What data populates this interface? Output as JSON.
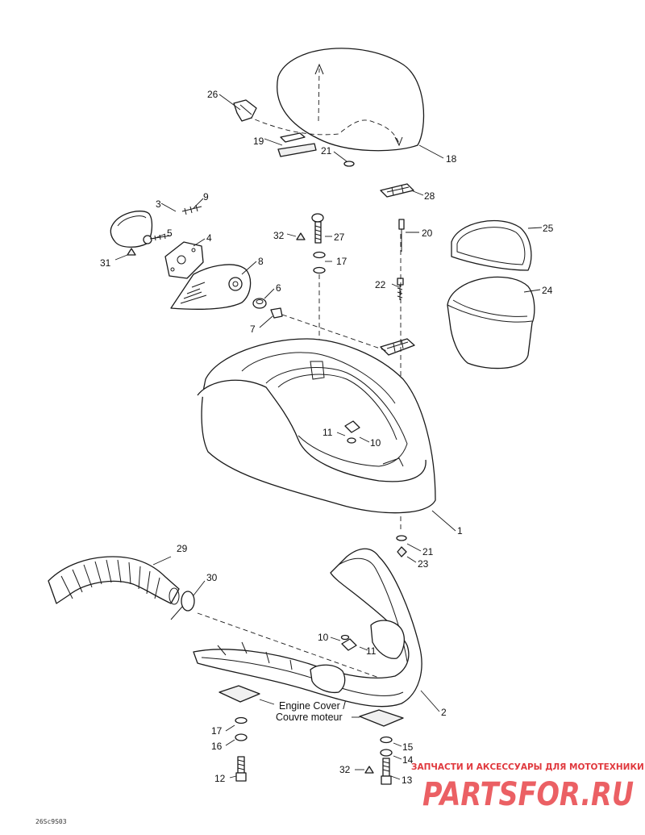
{
  "callouts": [
    {
      "id": "c1",
      "num": "1"
    },
    {
      "id": "c2",
      "num": "2"
    },
    {
      "id": "c3",
      "num": "3"
    },
    {
      "id": "c4",
      "num": "4"
    },
    {
      "id": "c5",
      "num": "5"
    },
    {
      "id": "c6",
      "num": "6"
    },
    {
      "id": "c7",
      "num": "7"
    },
    {
      "id": "c8",
      "num": "8"
    },
    {
      "id": "c9",
      "num": "9"
    },
    {
      "id": "c10a",
      "num": "10"
    },
    {
      "id": "c10b",
      "num": "10"
    },
    {
      "id": "c11a",
      "num": "11"
    },
    {
      "id": "c11b",
      "num": "11"
    },
    {
      "id": "c12",
      "num": "12"
    },
    {
      "id": "c13",
      "num": "13"
    },
    {
      "id": "c14",
      "num": "14"
    },
    {
      "id": "c15",
      "num": "15"
    },
    {
      "id": "c16",
      "num": "16"
    },
    {
      "id": "c17a",
      "num": "17"
    },
    {
      "id": "c17b",
      "num": "17"
    },
    {
      "id": "c18",
      "num": "18"
    },
    {
      "id": "c19",
      "num": "19"
    },
    {
      "id": "c20",
      "num": "20"
    },
    {
      "id": "c21a",
      "num": "21"
    },
    {
      "id": "c21b",
      "num": "21"
    },
    {
      "id": "c22",
      "num": "22"
    },
    {
      "id": "c23",
      "num": "23"
    },
    {
      "id": "c24",
      "num": "24"
    },
    {
      "id": "c25",
      "num": "25"
    },
    {
      "id": "c26",
      "num": "26"
    },
    {
      "id": "c27",
      "num": "27"
    },
    {
      "id": "c28",
      "num": "28"
    },
    {
      "id": "c29",
      "num": "29"
    },
    {
      "id": "c30",
      "num": "30"
    },
    {
      "id": "c31",
      "num": "31"
    },
    {
      "id": "c32a",
      "num": "32"
    },
    {
      "id": "c32b",
      "num": "32"
    }
  ],
  "engine_cover_note": {
    "line1": "Engine Cover /",
    "line2": "Couvre moteur"
  },
  "drawing_code": "26Sc9S03",
  "watermark": {
    "tagline": "ЗАПЧАСТИ И АКСЕССУАРЫ ДЛЯ МОТОТЕХНИКИ",
    "logo": "PARTSFOR.RU",
    "color": "#e0393e"
  }
}
